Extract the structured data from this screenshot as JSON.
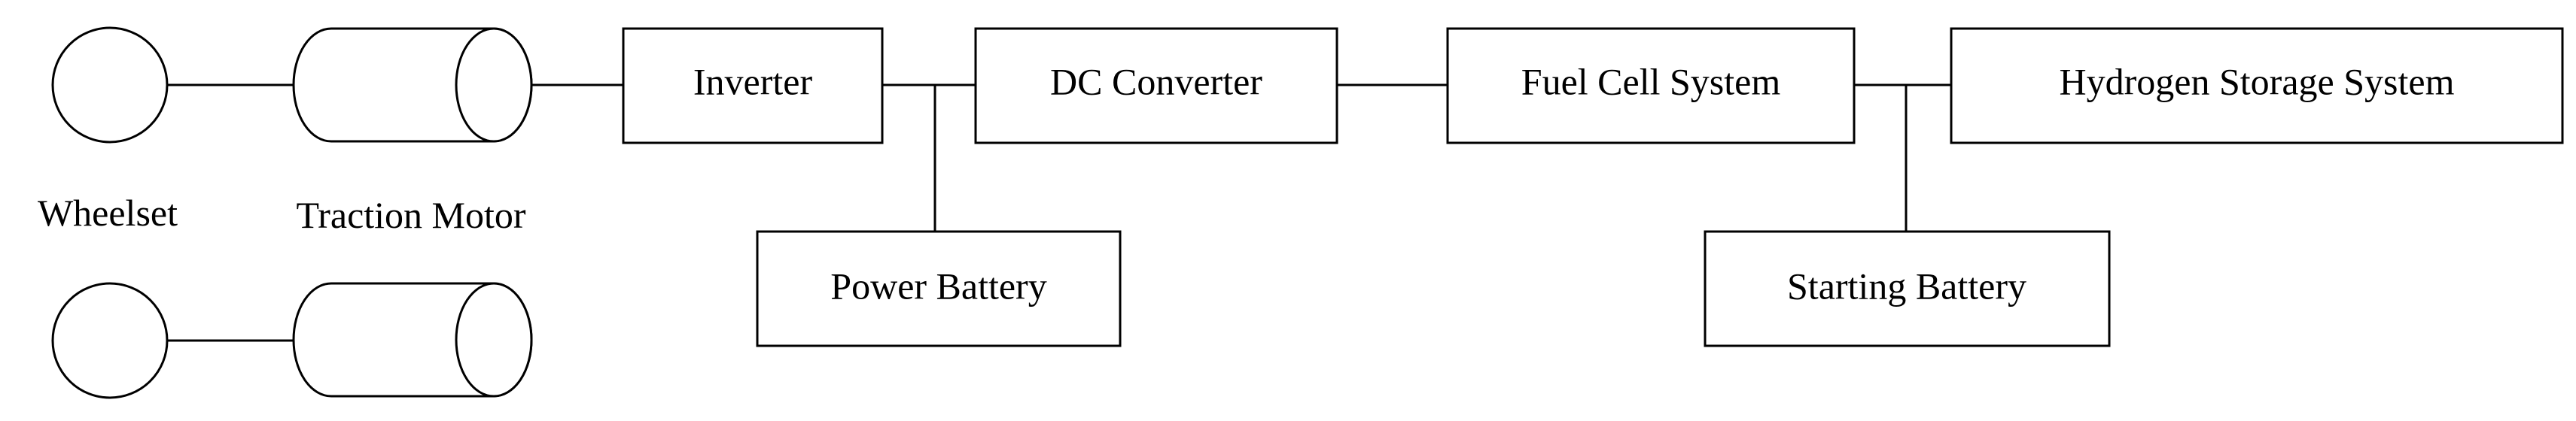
{
  "diagram": {
    "wheelset_label": "Wheelset",
    "traction_motor_label": "Traction Motor",
    "inverter_label": "Inverter",
    "dc_converter_label": "DC Converter",
    "fuel_cell_system_label": "Fuel Cell System",
    "hydrogen_storage_label": "Hydrogen Storage System",
    "power_battery_label": "Power Battery",
    "starting_battery_label": "Starting Battery",
    "line_color": "#000000",
    "background_color": "#ffffff"
  }
}
